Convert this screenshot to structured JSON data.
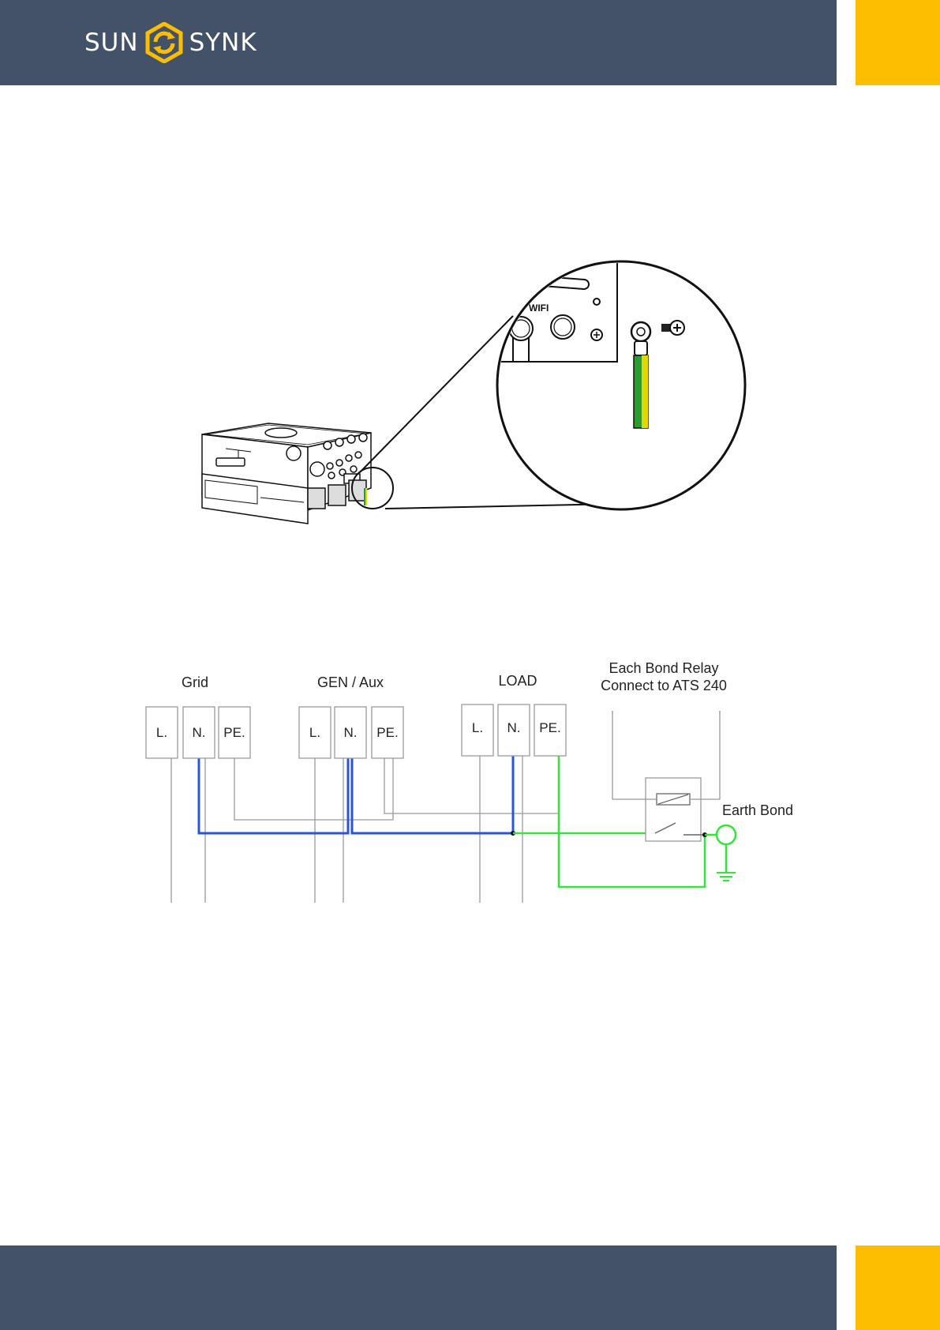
{
  "brand": {
    "left_word": "SUN",
    "right_word": "SYNK",
    "color_navy": "#435267",
    "color_gold": "#fdbd00"
  },
  "inverter_figure": {
    "callout_label": "WIFI"
  },
  "wiring_diagram": {
    "groups": [
      {
        "name": "Grid",
        "terminals": [
          "L.",
          "N.",
          "PE."
        ]
      },
      {
        "name": "GEN / Aux",
        "terminals": [
          "L.",
          "N.",
          "PE."
        ]
      },
      {
        "name": "LOAD",
        "terminals": [
          "L.",
          "N.",
          "PE."
        ]
      }
    ],
    "relay_label_line1": "Each Bond Relay",
    "relay_label_line2": "Connect to ATS 240",
    "earth_label": "Earth Bond",
    "wire_colors": {
      "neutral": "#2b55d6",
      "earth": "#36e33a",
      "other": "#9a9a9a"
    }
  }
}
